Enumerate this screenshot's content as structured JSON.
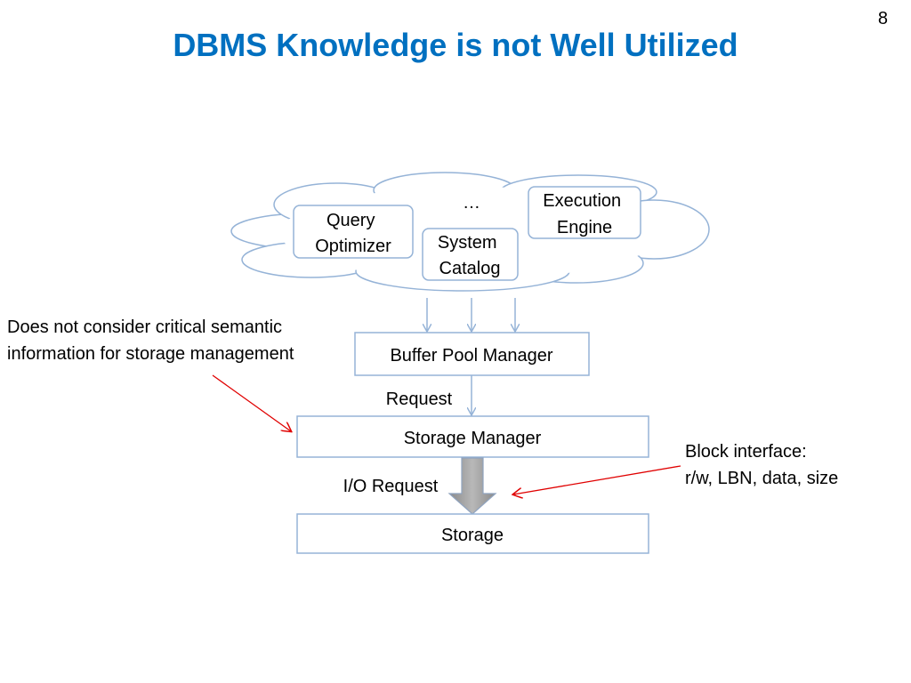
{
  "slide": {
    "number": "8",
    "title": "DBMS Knowledge is not Well Utilized"
  },
  "cloud": {
    "ellipsis": "…",
    "query_optimizer": [
      "Query",
      "Optimizer"
    ],
    "system_catalog": [
      "System",
      "Catalog"
    ],
    "execution_engine": [
      "Execution",
      "Engine"
    ]
  },
  "boxes": {
    "buffer_pool_manager": "Buffer Pool Manager",
    "storage_manager": "Storage Manager",
    "storage": "Storage"
  },
  "labels": {
    "request": "Request",
    "io_request": "I/O Request"
  },
  "notes": {
    "semantic": [
      "Does not consider critical semantic",
      "information for storage management"
    ],
    "block_interface": [
      "Block interface:",
      "r/w, LBN, data, size"
    ]
  },
  "colors": {
    "title": "#0070c0",
    "box_border": "#95b3d7",
    "annotation_arrow": "#e00000",
    "io_arrow": "#999999"
  }
}
